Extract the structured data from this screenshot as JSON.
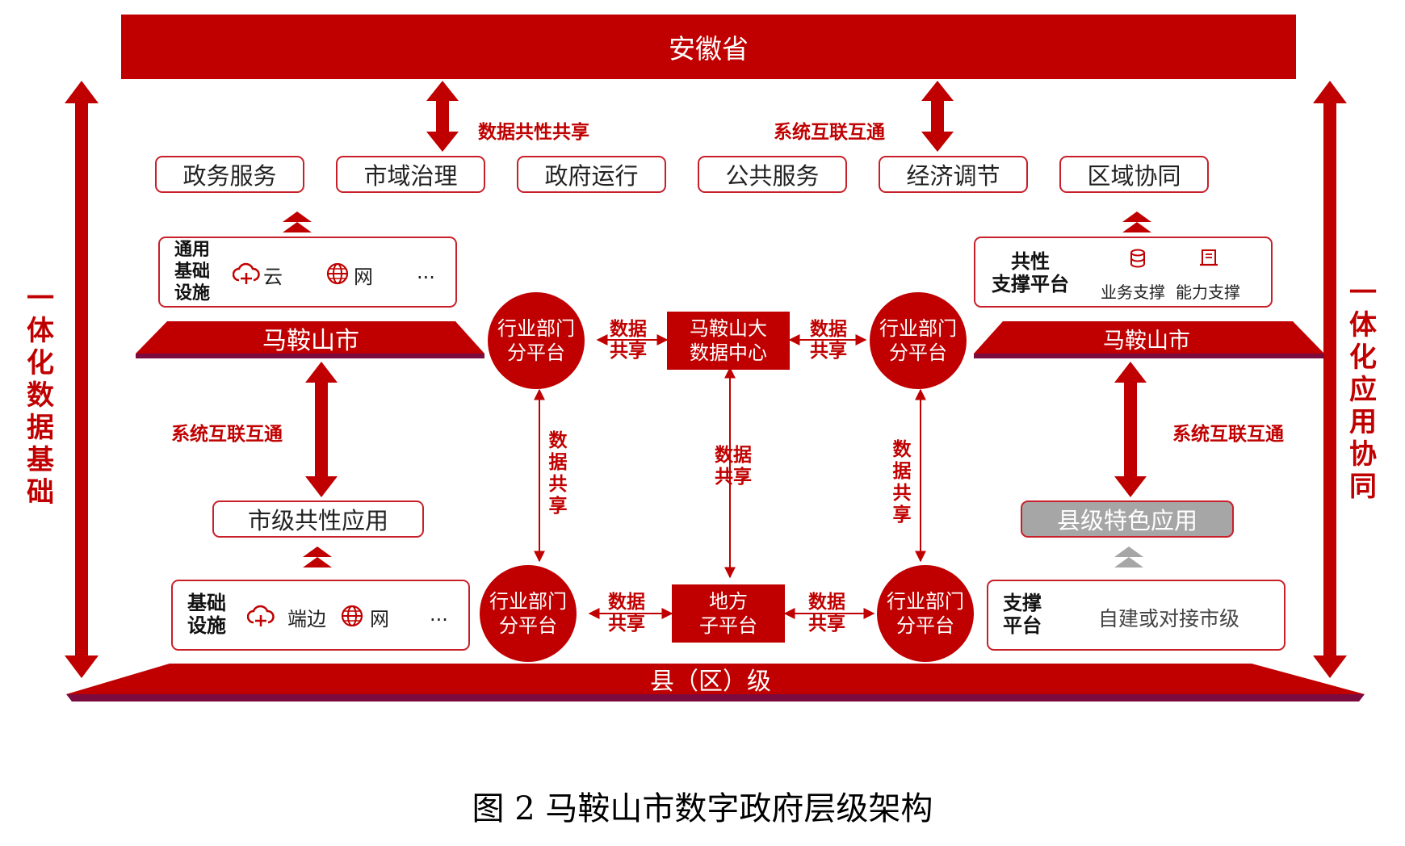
{
  "province": "安徽省",
  "left_side_label": "一体化数据基础",
  "right_side_label": "一体化应用协同",
  "top_links": {
    "left": "数据共性共享",
    "right": "系统互联互通"
  },
  "services": [
    "政务服务",
    "市域治理",
    "政府运行",
    "公共服务",
    "经济调节",
    "区域协同"
  ],
  "city": {
    "left_name": "马鞍山市",
    "right_name": "马鞍山市",
    "infra_title": "通用\n基础\n设施",
    "infra_items": [
      "云",
      "网"
    ],
    "infra_more": "...",
    "platform_title": "共性\n支撑平台",
    "platform_items": [
      "业务支撑",
      "能力支撑"
    ],
    "center": "马鞍山大\n数据中心",
    "dept_platform": "行业部门\n分平台",
    "share_label": "数据\n共享"
  },
  "middle": {
    "left_link": "系统互联互通",
    "right_link": "系统互联互通",
    "city_app": "市级共性应用",
    "county_app": "县级特色应用",
    "vertical_share": "数据共享"
  },
  "county": {
    "name": "县（区）级",
    "infra_title": "基础\n设施",
    "infra_items": [
      "端边",
      "网"
    ],
    "infra_more": "...",
    "support_title": "支撑\n平台",
    "support_text": "自建或对接市级",
    "local_platform": "地方\n子平台",
    "dept_platform": "行业部门\n分平台",
    "share_label": "数据\n共享"
  },
  "caption": "图 2 马鞍山市数字政府层级架构",
  "colors": {
    "primary_red": "#c00000",
    "dark_purple": "#7b0a3e",
    "gray_box": "#a6a6a6"
  },
  "icons": [
    "cloud-icon",
    "globe-icon",
    "database-icon",
    "document-icon"
  ]
}
